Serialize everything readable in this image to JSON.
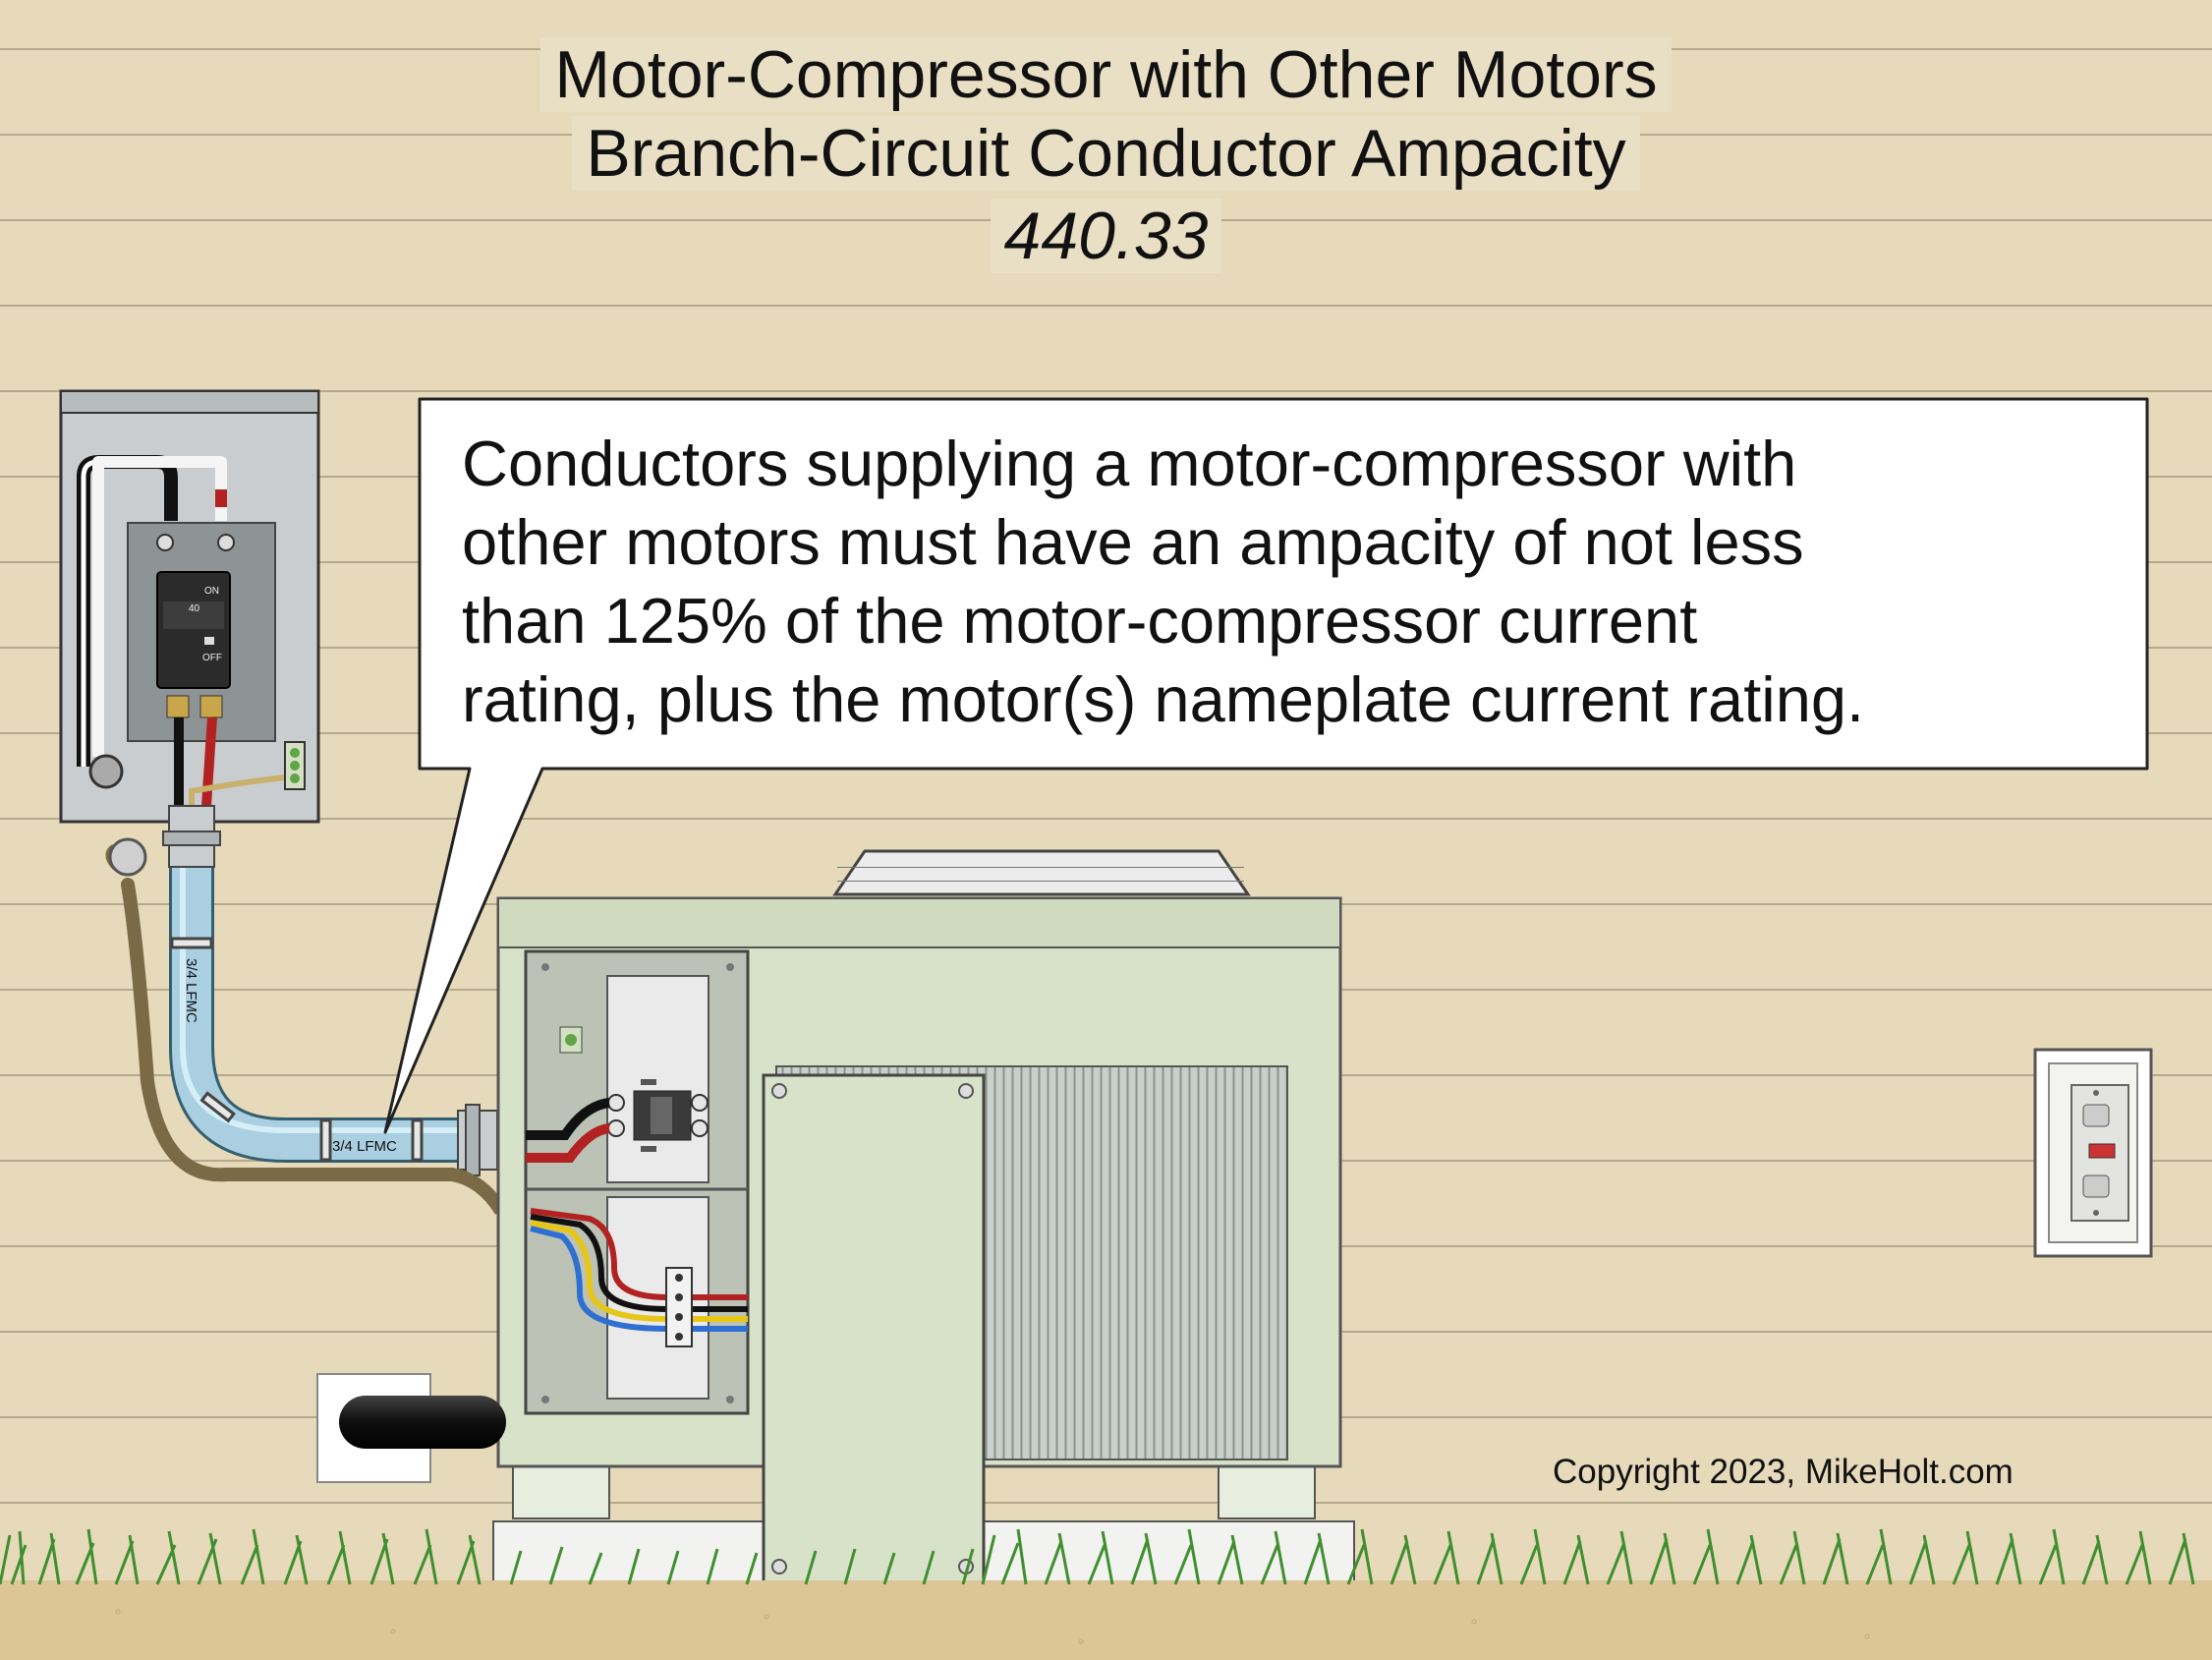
{
  "title": {
    "line1": "Motor-Compressor with Other Motors",
    "line2": "Branch-Circuit Conductor Ampacity",
    "section": "440.33"
  },
  "callout": {
    "lines": [
      "Conductors supplying a motor-compressor with",
      "other motors must have an ampacity of not less",
      "than 125% of the motor-compressor current",
      "rating, plus the motor(s) nameplate current rating."
    ]
  },
  "labels": {
    "conduit_vertical": "3/4 LFMC",
    "conduit_horizontal": "3/4 LFMC",
    "breaker_on": "ON",
    "breaker_off": "OFF",
    "breaker_rating": "40"
  },
  "copyright": "Copyright 2023, MikeHolt.com",
  "colors": {
    "wall": "#e6dabb",
    "siding_line": "#b9ad90",
    "ground": "#dcc697",
    "grass": "#3f8f2e",
    "unit_body": "#d7e2c8",
    "conduit": "#a9cfe0",
    "panel": "#c9cdcf",
    "conductor_black": "#111111",
    "conductor_red": "#b22222",
    "conductor_blue": "#2f6fd1",
    "conductor_yellow": "#e6c619"
  }
}
